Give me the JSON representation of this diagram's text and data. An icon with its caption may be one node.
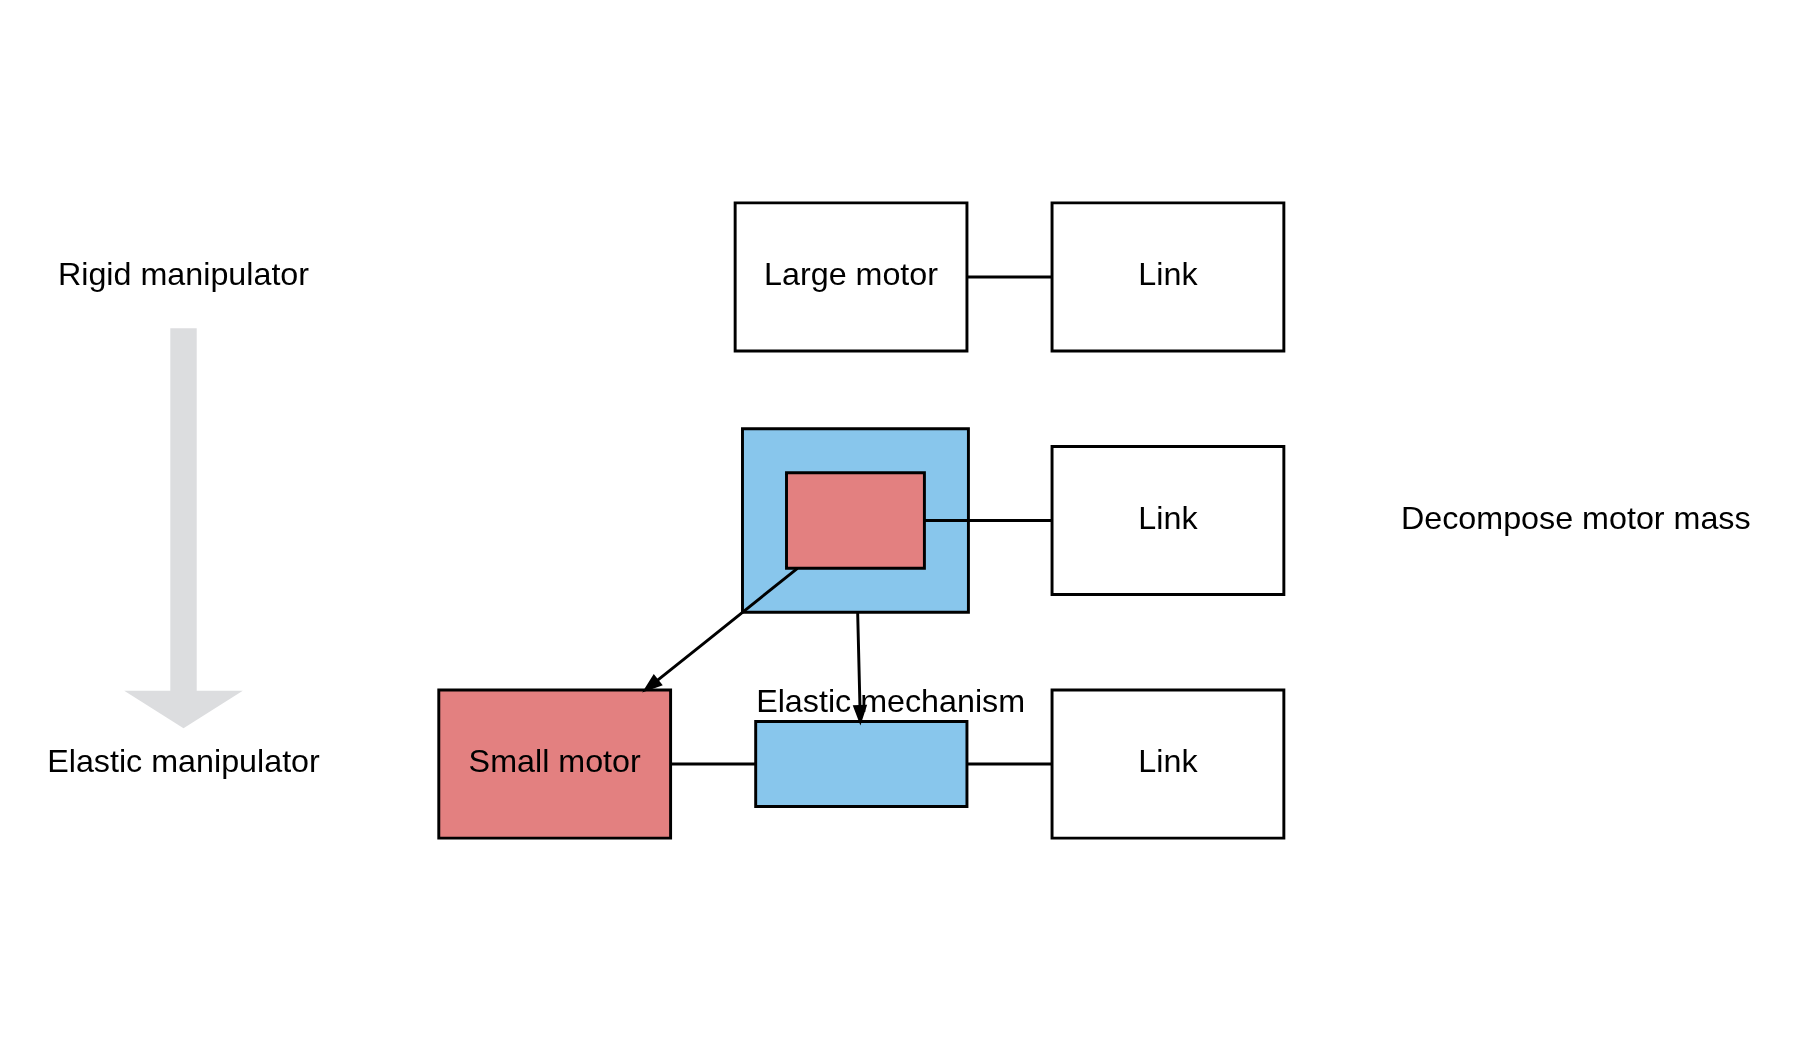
{
  "diagram": {
    "nodes": [
      {
        "text": [
          "Rigid manipulator"
        ]
      },
      {
        "text": [
          "Large motor"
        ]
      },
      {
        "text": [
          "Link"
        ]
      },
      {
        "text": [
          "Decompose motor mass"
        ]
      },
      {
        "text": [],
        "shape": "box"
      },
      {
        "text": [],
        "shape": "box",
        "in": 4
      },
      {
        "text": [
          "Link"
        ]
      },
      {
        "text": [
          "Elastic manipulator"
        ]
      },
      {
        "text": [
          "Small motor"
        ]
      },
      {
        "text": [],
        "shape": "box",
        "beside": [
          "Elastic mechanism"
        ]
      },
      {
        "text": [
          "Link"
        ]
      }
    ],
    "edges": [
      {
        "from": 0,
        "to": 7,
        "arrow": "to",
        "style": "thick",
        "color": "#dcdddf"
      },
      {
        "from": 1,
        "to": 2,
        "arrow": "none"
      },
      {
        "from": 5,
        "to": 6,
        "arrow": "none"
      },
      {
        "from": 5,
        "to": 8,
        "arrow": "to"
      },
      {
        "from": 4,
        "to": 9,
        "arrow": "to"
      },
      {
        "from": 8,
        "to": 9,
        "arrow": "none"
      },
      {
        "from": 9,
        "to": 10,
        "arrow": "none"
      }
    ]
  }
}
